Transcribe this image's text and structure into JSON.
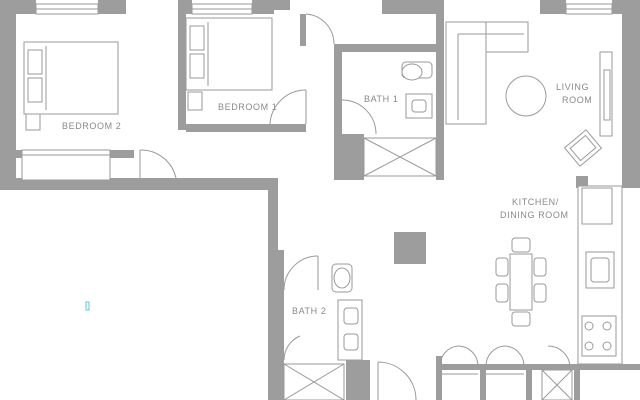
{
  "plan": {
    "wall_color": "#9d9d9d",
    "line_color": "#9a9a9a",
    "rooms": {
      "bedroom2": "BEDROOM 2",
      "bedroom1": "BEDROOM 1",
      "bath1": "BATH 1",
      "living_line1": "LIVING",
      "living_line2": "ROOM",
      "kitchen_line1": "KITCHEN/",
      "kitchen_line2": "DINING ROOM",
      "bath2": "BATH 2"
    }
  }
}
